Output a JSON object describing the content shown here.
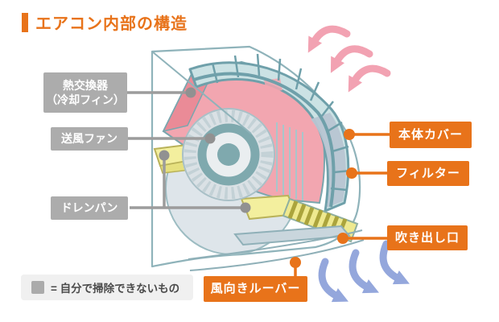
{
  "title": {
    "text": "エアコン内部の構造"
  },
  "colors": {
    "accent-orange": "#E8731A",
    "label-gray": "#ACACAC",
    "leader-gray": "#9C9C9C",
    "legend-bg": "#F0F0F0",
    "legend-swatch": "#ABABAB",
    "legend-text": "#4A4A4A",
    "pink-arrow": "#F2A2B2",
    "blue-arrow": "#94A7DC"
  },
  "labels": {
    "left": [
      {
        "id": "heat-exchanger",
        "text": "熱交換器\n（冷却フィン）"
      },
      {
        "id": "blower-fan",
        "text": "送風ファン"
      },
      {
        "id": "drain-pan",
        "text": "ドレンパン"
      }
    ],
    "right": [
      {
        "id": "body-cover",
        "text": "本体カバー"
      },
      {
        "id": "filter",
        "text": "フィルター"
      },
      {
        "id": "air-outlet",
        "text": "吹き出し口"
      },
      {
        "id": "louver",
        "text": "風向きルーバー"
      }
    ]
  },
  "legend": {
    "text": "= 自分で掃除できないもの"
  },
  "diagram": {
    "description": "エアコン室内機の断面図",
    "airflow": {
      "intake": "上面吸い込み（ピンク矢印）",
      "exhaust": "吹き出し（青矢印）"
    }
  }
}
